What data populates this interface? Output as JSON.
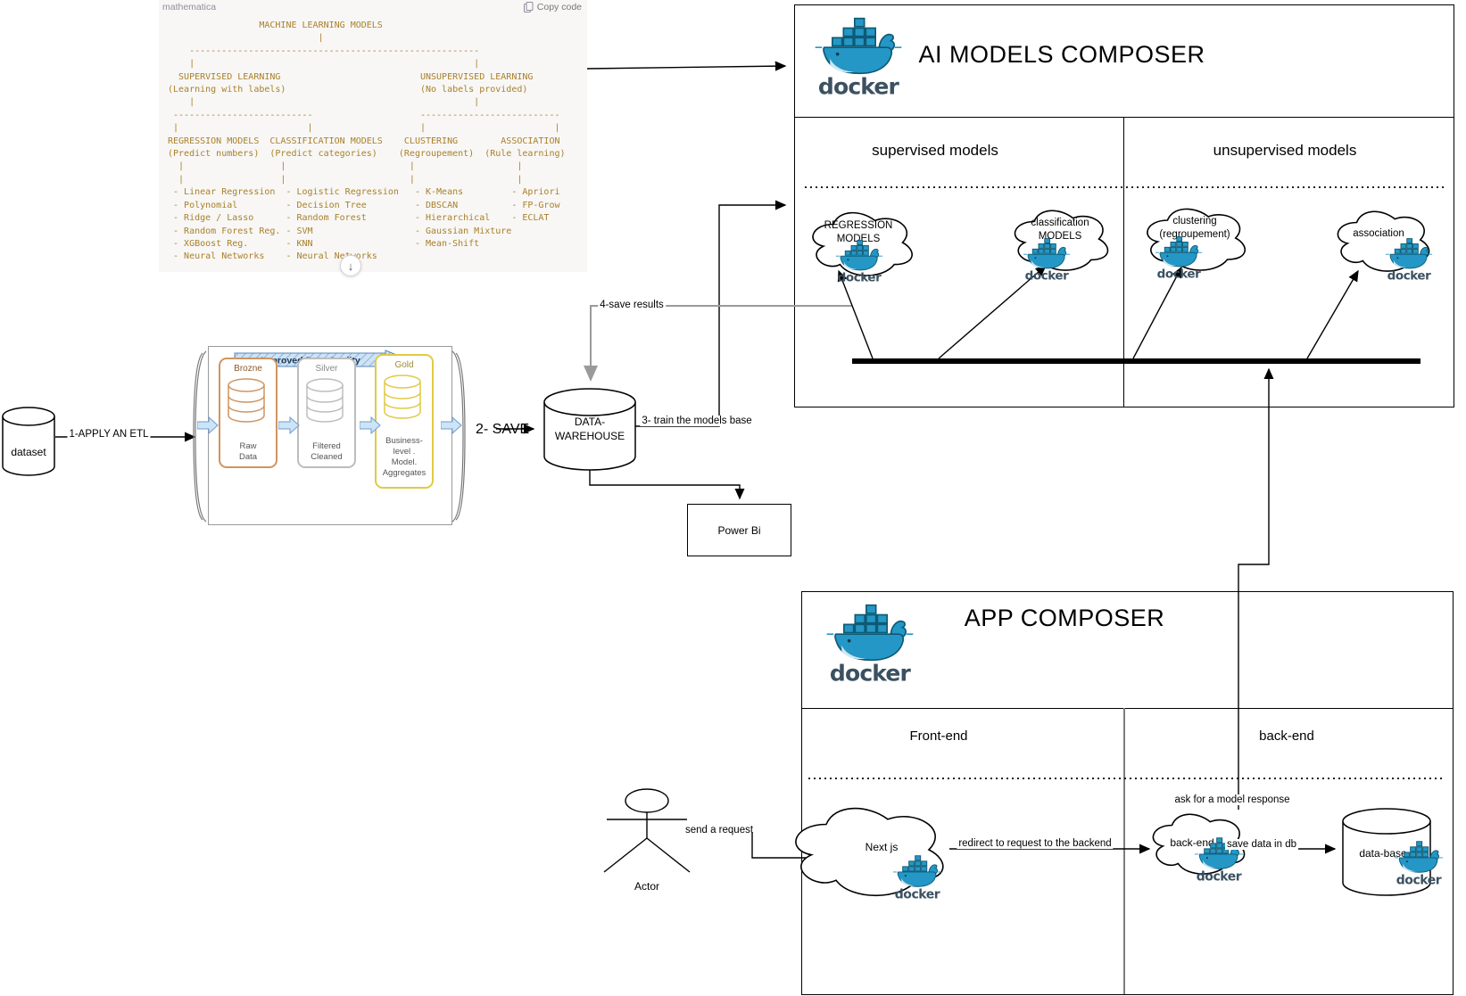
{
  "docker": {
    "wordmark": "docker"
  },
  "colors": {
    "docker_blue": "#2497c6",
    "docker_dark": "#0e5a74",
    "wordmark_color": "#3b5161",
    "tree_text": "#a9802c",
    "bronze": "#cf9560",
    "silver": "#bdbdbd",
    "gold": "#e0ca45"
  },
  "code_block": {
    "language": "mathematica",
    "copy_button": "Copy code",
    "scroll_button": "↓",
    "tree": "                 MACHINE LEARNING MODELS\n                            |\n    ------------------------------------------------------\n    |                                                    |\n  SUPERVISED LEARNING                          UNSUPERVISED LEARNING\n(Learning with labels)                         (No labels provided)\n    |                                                    |\n --------------------------                    --------------------------\n |                        |                    |                        |\nREGRESSION MODELS  CLASSIFICATION MODELS    CLUSTERING        ASSOCIATION\n(Predict numbers)  (Predict categories)    (Regroupement)  (Rule learning)\n  |                  |                       |                   |\n  |                  |                       |                   |\n - Linear Regression  - Logistic Regression   - K-Means         - Apriori\n - Polynomial         - Decision Tree         - DBSCAN          - FP-Grow\n - Ridge / Lasso      - Random Forest         - Hierarchical    - ECLAT\n - Random Forest Reg. - SVM                   - Gaussian Mixture\n - XGBoost Reg.       - KNN                   - Mean-Shift\n - Neural Networks    - Neural Networks"
  },
  "ai_composer": {
    "title": "AI MODELS COMPOSER",
    "sections": {
      "left": "supervised models",
      "right": "unsupervised models"
    },
    "clouds": {
      "regression": {
        "line1": "REGRESSION",
        "line2": "MODELS"
      },
      "classification": {
        "line1": "classification",
        "line2": "MODELS"
      },
      "clustering": {
        "line1": "clustering",
        "line2": "(regroupement)"
      },
      "association": {
        "line1": "association"
      }
    }
  },
  "pipeline": {
    "dataset": "dataset",
    "etl_label": "1-APPLY AN ETL",
    "save_label": "2- SAVE",
    "train_label": "3- train the models base",
    "save_results_label": "4-save results",
    "warehouse": {
      "line1": "DATA-",
      "line2": "WAREHOUSE"
    },
    "powerbi": "Power Bi"
  },
  "medallion": {
    "banner": "Improved Data Quality",
    "cards": [
      {
        "title": "Brozne",
        "lines": [
          "Raw",
          "Data"
        ]
      },
      {
        "title": "Silver",
        "lines": [
          "Filtered",
          "Cleaned"
        ]
      },
      {
        "title": "Gold",
        "lines": [
          "Business-",
          "level .",
          "Model.",
          "Aggregates"
        ]
      }
    ]
  },
  "app_composer": {
    "title": "APP COMPOSER",
    "sections": {
      "left": "Front-end",
      "right": "back-end"
    },
    "actor": "Actor",
    "labels": {
      "send": "send a request",
      "redirect": "redirect to request to the backend",
      "ask": "ask for a model response",
      "savedb": "save data in db"
    },
    "nodes": {
      "nextjs": "Next js",
      "backend": "back-end",
      "database": "data-base"
    }
  }
}
